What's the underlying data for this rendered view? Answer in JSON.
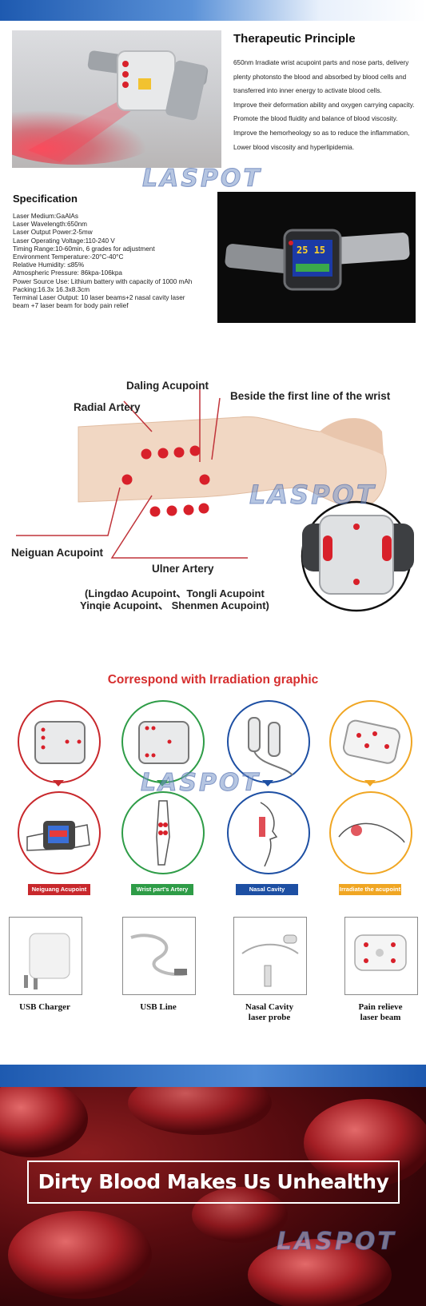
{
  "watermark": "LASPOT",
  "principle": {
    "title": "Therapeutic Principle",
    "lines": [
      "650nm Irradiate wrist acupoint parts and nose parts, delivery",
      "plenty photonsto the blood and absorbed by blood cells and",
      "transferred into inner energy to activate blood cells.",
      "Improve their deformation ability and oxygen carrying capacity.",
      "Promote the blood fluidity and balance of blood viscosity.",
      "Improve the hemorheology so as to reduce the inflammation,",
      "Lower blood viscosity and hyperlipidemia."
    ]
  },
  "specification": {
    "title": "Specification",
    "lines": [
      "Laser Medium:GaAlAs",
      "Laser Wavelength:650nm",
      "Laser Output Power:2-5mw",
      "Laser Operating Voltage:110-240 V",
      "Timing Range:10-60min, 6 grades for adjustment",
      "Environment Temperature:-20°C-40°C",
      "Relative Humidity: ≤85%",
      "Atmospheric Pressure: 86kpa-106kpa",
      "Power Source Use: Lithium battery with capacity of 1000 mAh",
      "Packing:16.3x 16.3x8.3cm",
      "Terminal Laser Output: 10 laser beams+2 nasal cavity laser",
      "beam +7 laser beam for body pain relief"
    ]
  },
  "device_display": {
    "hour": "25",
    "min": "15"
  },
  "acupoints": {
    "daling": "Daling Acupoint",
    "beside": "Beside the first line of the wrist",
    "radial": "Radial Artery",
    "neiguan": "Neiguan Acupoint",
    "ulner": "Ulner Artery",
    "group_line1": "(Lingdao Acupoint、Tongli Acupoint",
    "group_line2": "Yinqie Acupoint、 Shenmen Acupoint)"
  },
  "irradiation": {
    "title": "Correspond with Irradiation graphic",
    "tags": [
      {
        "label": "Neiguang Acupoint",
        "color": "#c8282c"
      },
      {
        "label": "Wrist part's Artery",
        "color": "#2e9c47"
      },
      {
        "label": "Nasal Cavity",
        "color": "#1d4fa3"
      },
      {
        "label": "Irradiate the acupoint",
        "color": "#f0a623"
      }
    ]
  },
  "accessories": [
    {
      "line1": "USB Charger",
      "line2": ""
    },
    {
      "line1": "USB Line",
      "line2": ""
    },
    {
      "line1": "Nasal Cavity",
      "line2": "laser probe"
    },
    {
      "line1": "Pain relieve",
      "line2": "laser beam"
    }
  ],
  "banner": {
    "text": "Dirty Blood Makes Us Unhealthy"
  },
  "colors": {
    "accent_red": "#d62e2e",
    "laser_dot": "#d8202a",
    "brand_blue": "#1e5ab0"
  }
}
